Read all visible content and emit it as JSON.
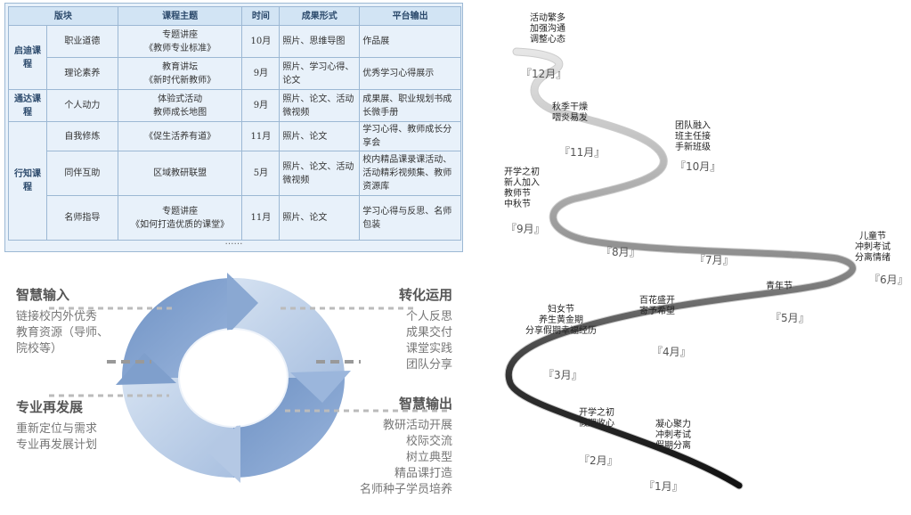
{
  "table": {
    "headers": [
      "版块",
      "课程主题",
      "时间",
      "成果形式",
      "平台输出"
    ],
    "rows": [
      {
        "section": "启迪课程",
        "span": 2,
        "module": "职业道德",
        "topic": [
          "专题讲座",
          "《教师专业标准》"
        ],
        "time": "10月",
        "result": [
          "照片、思维导图"
        ],
        "output": [
          "作品展"
        ]
      },
      {
        "module": "理论素养",
        "topic": [
          "教育讲坛",
          "《新时代新教师》"
        ],
        "time": "9月",
        "result": [
          "照片、学习心得、论文"
        ],
        "output": [
          "优秀学习心得展示"
        ]
      },
      {
        "section": "通达课程",
        "span": 1,
        "module": "个人动力",
        "topic": [
          "体验式活动",
          "教师成长地图"
        ],
        "time": "9月",
        "result": [
          "照片、论文、活动微视频"
        ],
        "output": [
          "成果展、职业规划书成长微手册"
        ]
      },
      {
        "section": "行知课程",
        "span": 3,
        "module": "自我修炼",
        "topic": [
          "《促生活养有道》"
        ],
        "time": "11月",
        "result": [
          "照片、论文"
        ],
        "output": [
          "学习心得、教师成长分享会"
        ]
      },
      {
        "module": "同伴互助",
        "topic": [
          "区域教研联盟"
        ],
        "time": "5月",
        "result": [
          "照片、论文、活动微视频"
        ],
        "output": [
          "校内精品课录课活动、活动精彩视频集、教师资源库"
        ]
      },
      {
        "module": "名师指导",
        "topic": [
          "专题讲座",
          "《如何打造优质的课堂》"
        ],
        "time": "11月",
        "result": [
          "照片、论文"
        ],
        "output": [
          "学习心得与反思、名师包装"
        ]
      }
    ],
    "ellipsis": "……"
  },
  "cycle": {
    "ring_color_dark": "#7f9fcc",
    "ring_color_light": "#b8cce6",
    "blocks": [
      {
        "title": "智慧输入",
        "items": [
          "链接校内外优秀",
          "教育资源（导师、",
          "院校等）"
        ]
      },
      {
        "title": "转化运用",
        "items": [
          "个人反思",
          "成果交付",
          "课堂实践",
          "团队分享"
        ]
      },
      {
        "title": "专业再发展",
        "items": [
          "重新定位与需求",
          "专业再发展计划"
        ]
      },
      {
        "title": "智慧输出",
        "items": [
          "教研活动开展",
          "校际交流",
          "树立典型",
          "精品课打造",
          "名师种子学员培养"
        ]
      }
    ]
  },
  "road": {
    "months": [
      "『1月』",
      "『2月』",
      "『3月』",
      "『4月』",
      "『5月』",
      "『6月』",
      "『7月』",
      "『8月』",
      "『9月』",
      "『10月』",
      "『11月』",
      "『12月』"
    ],
    "events": {
      "jan": [
        "凝心聚力",
        "冲刺考试",
        "假期分离"
      ],
      "feb": [
        "开学之初",
        "假期收心"
      ],
      "mar": [
        "妇女节",
        "养生黄金期",
        "分享假期幸福经历"
      ],
      "apr": [
        "百花盛开",
        "寄予希望"
      ],
      "may": [
        "青年节"
      ],
      "jun": [
        "儿童节",
        "冲刺考试",
        "分离情绪"
      ],
      "sep": [
        "开学之初",
        "新人加入",
        "教师节",
        "中秋节"
      ],
      "oct": [
        "团队融入",
        "班主任接",
        "手新班级"
      ],
      "nov": [
        "秋季干燥",
        "咽炎易发"
      ],
      "dec": [
        "活动繁多",
        "加强沟通",
        "调整心态"
      ]
    }
  }
}
